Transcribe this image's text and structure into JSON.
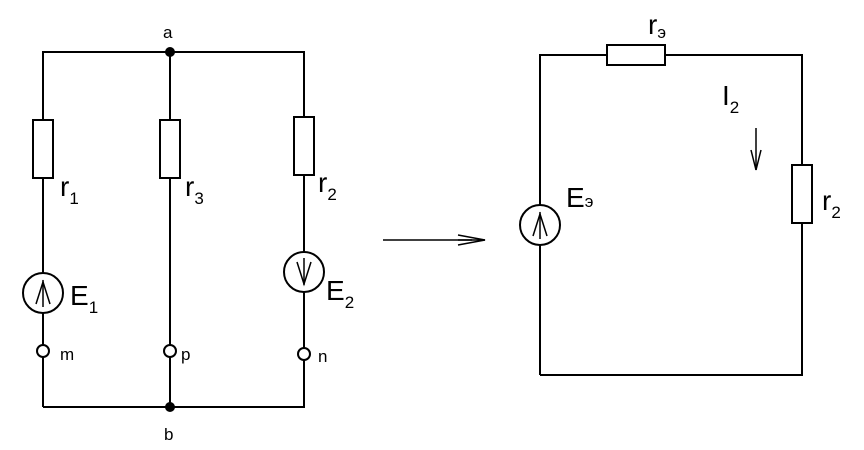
{
  "nodes": {
    "a": "a",
    "b": "b"
  },
  "terminals": {
    "m": "m",
    "p": "p",
    "n": "n"
  },
  "left_circuit": {
    "r1": {
      "main": "r",
      "sub": "1"
    },
    "r3": {
      "main": "r",
      "sub": "3"
    },
    "r2": {
      "main": "r",
      "sub": "2"
    },
    "E1": {
      "main": "E",
      "sub": "1"
    },
    "E2": {
      "main": "E",
      "sub": "2"
    }
  },
  "right_circuit": {
    "re": {
      "main": "r",
      "sub": "э"
    },
    "Ee": {
      "main": "E",
      "sub": "э"
    },
    "r2": {
      "main": "r",
      "sub": "2"
    },
    "I2": {
      "main": "I",
      "sub": "2"
    }
  },
  "icons": [
    "ground-node-dot",
    "source-arrow-up",
    "source-arrow-down",
    "transform-arrow"
  ]
}
